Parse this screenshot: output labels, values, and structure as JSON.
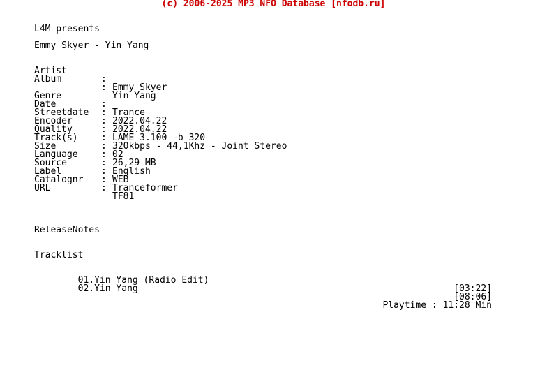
{
  "header": "(c) 2006-2025 MP3 NFO Database [nfodb.ru]",
  "presenter": "L4M presents",
  "release_title": "Emmy Skyer - Yin Yang",
  "sections": {
    "url_label": "URL",
    "release_notes_label": "ReleaseNotes",
    "tracklist_label": "Tracklist"
  },
  "info_block_1": [
    {
      "key": "Artist",
      "sep": ":",
      "value": "Emmy Skyer"
    },
    {
      "key": "Album",
      "sep": ":",
      "value": "Yin Yang"
    }
  ],
  "info_block_2": [
    {
      "key": "Genre",
      "sep": ":",
      "value": "Trance"
    },
    {
      "key": "Date",
      "sep": ":",
      "value": "2022.04.22"
    },
    {
      "key": "Streetdate",
      "sep": ":",
      "value": "2022.04.22"
    },
    {
      "key": "Encoder",
      "sep": ":",
      "value": "LAME 3.100 -b 320"
    },
    {
      "key": "Quality",
      "sep": ":",
      "value": "320kbps - 44,1Khz - Joint Stereo"
    },
    {
      "key": "Track(s)",
      "sep": ":",
      "value": "02"
    },
    {
      "key": "Size",
      "sep": ":",
      "value": "26,29 MB"
    },
    {
      "key": "Language",
      "sep": ":",
      "value": "English"
    },
    {
      "key": "Source",
      "sep": ":",
      "value": "WEB"
    },
    {
      "key": "Label",
      "sep": ":",
      "value": "Tranceformer"
    },
    {
      "key": "Catalognr",
      "sep": ":",
      "value": "TF81"
    }
  ],
  "tracks": [
    {
      "title": "01.Yin Yang (Radio Edit)",
      "duration": "[03:22]"
    },
    {
      "title": "02.Yin Yang",
      "duration": "[08:06]"
    }
  ],
  "divider": "-------",
  "playtime": "Playtime : 11:28 Min"
}
